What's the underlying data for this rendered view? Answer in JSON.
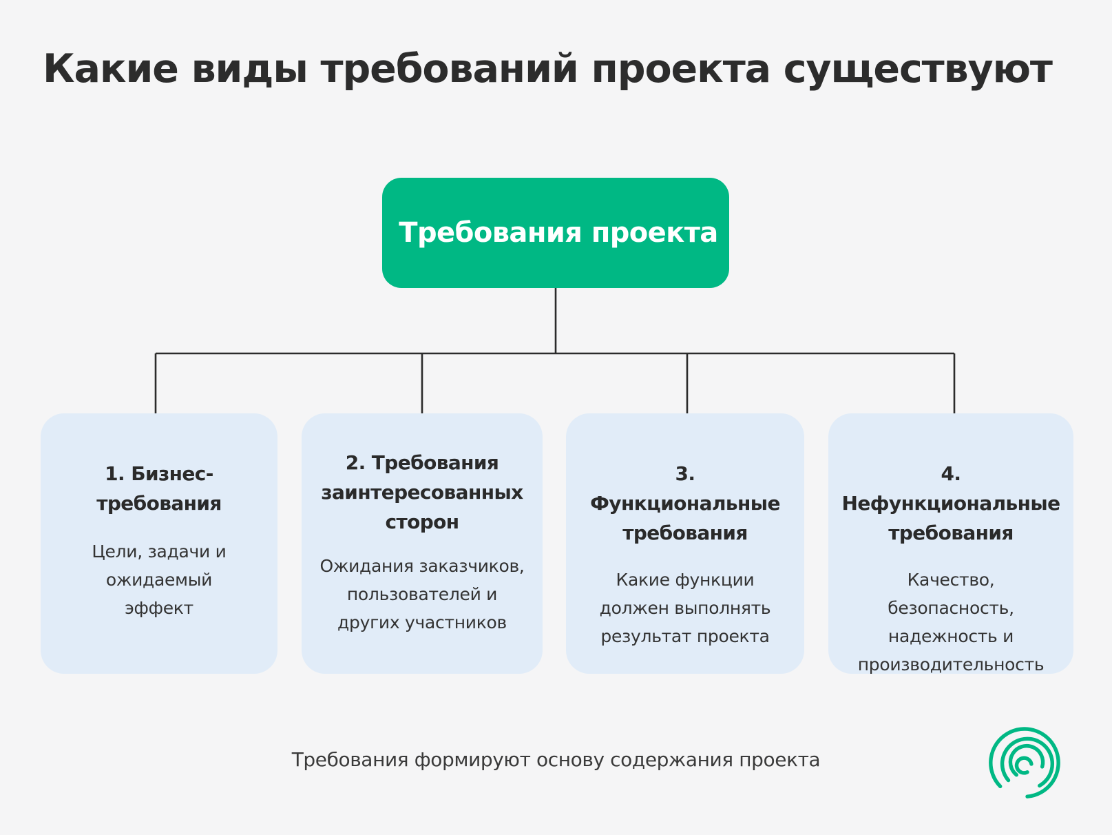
{
  "title": "Какие виды требований проекта существуют",
  "diagram": {
    "root": {
      "label": "Требования проекта"
    },
    "children": [
      {
        "title": "1. Бизнес-требования",
        "description": "Цели, задачи и ожидаемый эффект"
      },
      {
        "title": "2. Требования заинтересованных сторон",
        "description": "Ожидания заказчиков, пользователей и других участников"
      },
      {
        "title": "3. Функциональные требования",
        "description": "Какие функции должен выполнять результат проекта"
      },
      {
        "title": "4. Нефункциональные требования",
        "description": "Качество, безопасность, надежность и производительность"
      }
    ]
  },
  "footer": {
    "note": "Требования формируют основу содержания проекта"
  },
  "colors": {
    "background": "#f5f5f6",
    "root_fill": "#00b884",
    "card_fill": "#e1ecf8",
    "connector": "#2b2b2b",
    "logo": "#00b884"
  },
  "logo": {
    "icon": "spiral-logo-icon"
  }
}
